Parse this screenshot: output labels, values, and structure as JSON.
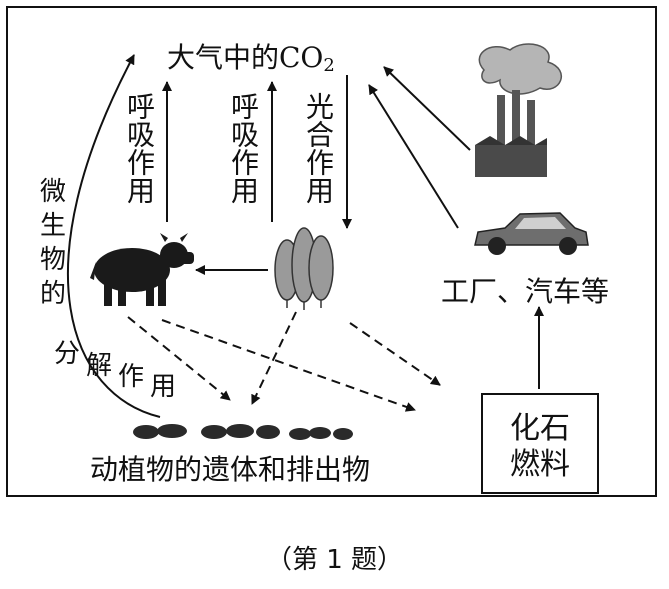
{
  "co2_label": "大气中的CO",
  "co2_subscript": "2",
  "resp1_label": "呼吸作用",
  "resp2_label": "呼吸作用",
  "photo_label": "光合作用",
  "micro_label": "微生物的分解作用",
  "factory_label": "工厂、汽车等",
  "fossil_label_line1": "化石",
  "fossil_label_line2": "燃料",
  "remains_label": "动植物的遗体和排出物",
  "caption": "（第 1 题）"
}
